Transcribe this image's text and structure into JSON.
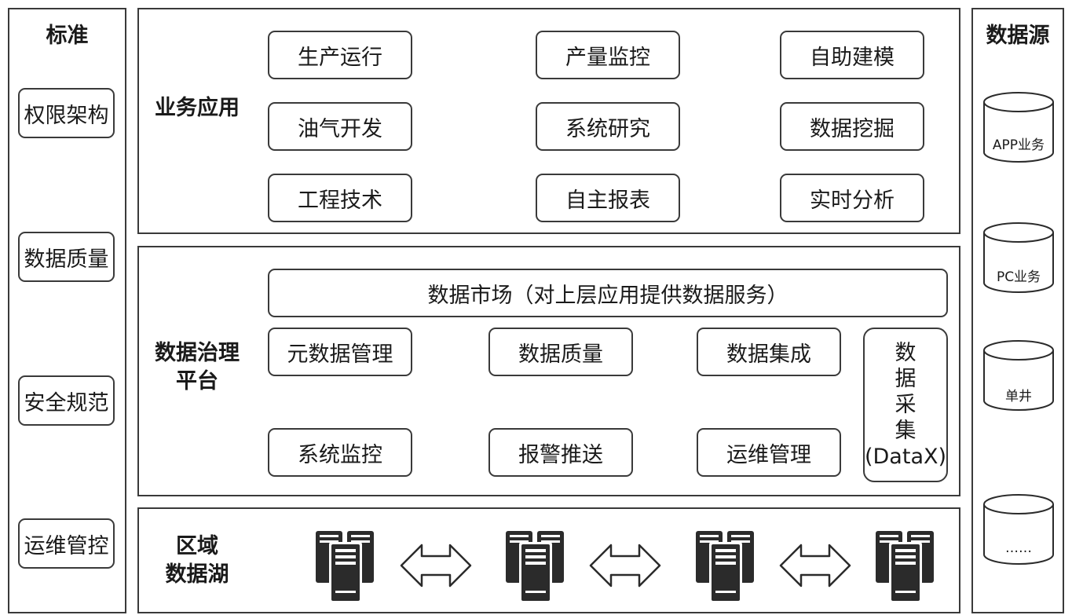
{
  "standards": {
    "title": "标准",
    "items": [
      "权限架构",
      "数据质量",
      "安全规范",
      "运维管控"
    ]
  },
  "business": {
    "title": "业务应用",
    "items": [
      "生产运行",
      "产量监控",
      "自助建模",
      "油气开发",
      "系统研究",
      "数据挖掘",
      "工程技术",
      "自主报表",
      "实时分析"
    ]
  },
  "governance": {
    "title_line1": "数据治理",
    "title_line2": "平台",
    "market": "数据市场（对上层应用提供数据服务）",
    "items": [
      "元数据管理",
      "数据质量",
      "数据集成",
      "系统监控",
      "报警推送",
      "运维管理"
    ],
    "collect_chars": [
      "数",
      "据",
      "采",
      "集"
    ],
    "collect_tool": "(DataX)"
  },
  "lake": {
    "title_line1": "区域",
    "title_line2": "数据湖",
    "icons": [
      "server-icon",
      "double-arrow-icon"
    ]
  },
  "sources": {
    "title": "数据源",
    "items": [
      "APP业务",
      "PC业务",
      "单井",
      "……"
    ]
  }
}
